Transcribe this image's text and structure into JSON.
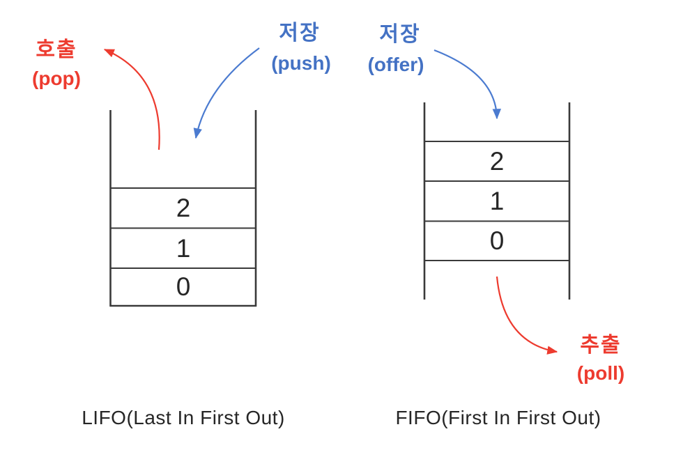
{
  "colors": {
    "red": "#ED3B2F",
    "blue-text": "#4472C4",
    "blue-arrow": "#4B7BD0",
    "line": "#3a3a3a",
    "ink": "#262626"
  },
  "lifo": {
    "caption": "LIFO(Last In First Out)",
    "cells": [
      "2",
      "1",
      "0"
    ],
    "pop": {
      "korean": "호출",
      "english": "(pop)"
    },
    "push": {
      "korean": "저장",
      "english": "(push)"
    }
  },
  "fifo": {
    "caption": "FIFO(First In First Out)",
    "cells": [
      "2",
      "1",
      "0"
    ],
    "offer": {
      "korean": "저장",
      "english": "(offer)"
    },
    "poll": {
      "korean": "추출",
      "english": "(poll)"
    }
  }
}
